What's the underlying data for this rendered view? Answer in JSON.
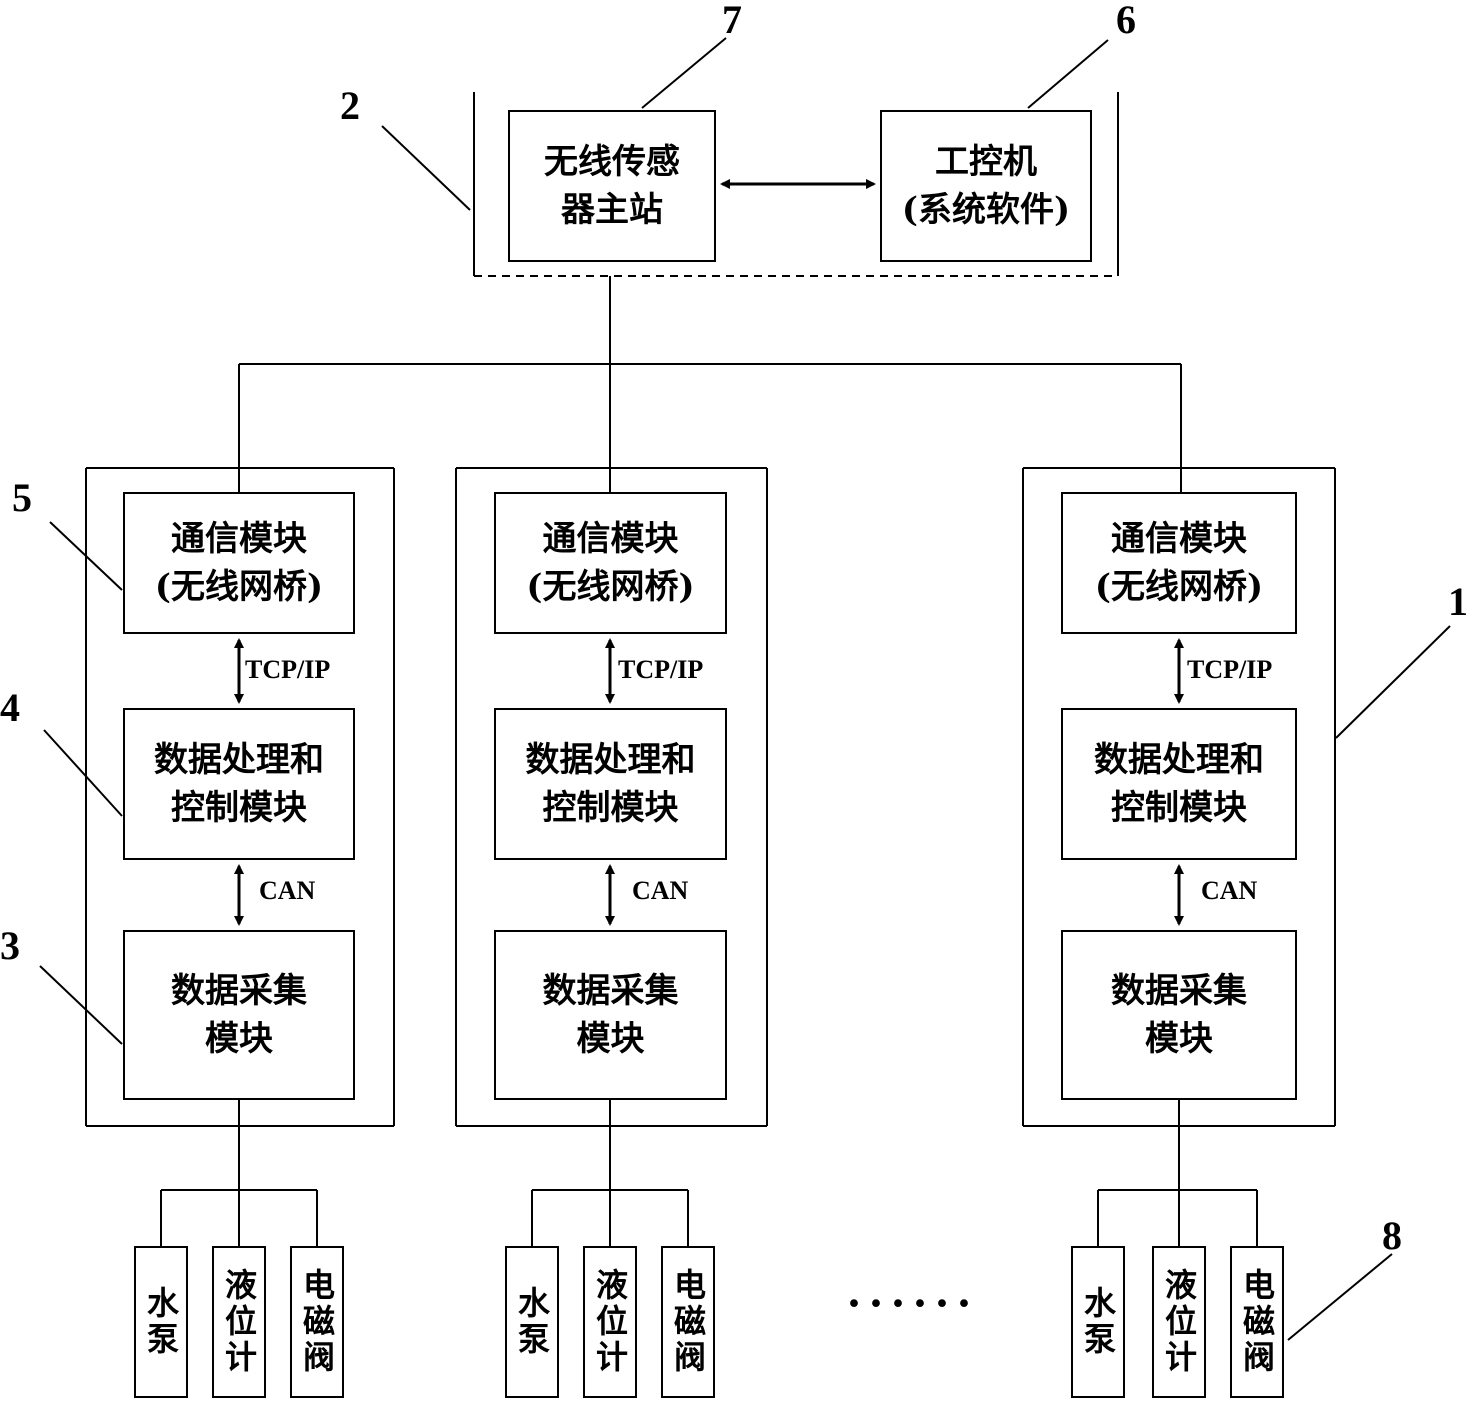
{
  "diagram": {
    "master_station": {
      "number": "7",
      "lines": [
        "无线传感",
        "器主站"
      ]
    },
    "ipc": {
      "number": "6",
      "lines": [
        "工控机",
        "(系统软件)"
      ]
    },
    "master_group_number": "2",
    "node_number": "1",
    "comm_module_number": "5",
    "processing_module_number": "4",
    "acquisition_module_number": "3",
    "device_number": "8",
    "comm_module": {
      "lines": [
        "通信模块",
        "(无线网桥)"
      ]
    },
    "processing_module": {
      "lines": [
        "数据处理和",
        "控制模块"
      ]
    },
    "acquisition_module": {
      "lines": [
        "数据采集",
        "模块"
      ]
    },
    "protocol_top": "TCP/IP",
    "protocol_bottom": "CAN",
    "devices": [
      "水泵",
      "液位计",
      "电磁阀"
    ],
    "ellipsis": "······"
  }
}
